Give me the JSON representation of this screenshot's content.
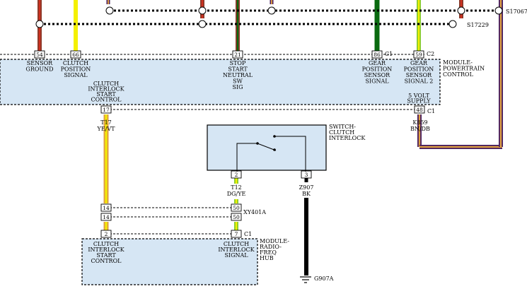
{
  "colors": {
    "module_fill": "#d6e6f4",
    "brown": "#8b3a2a",
    "red": "#d03020",
    "yellow": "#f4f000",
    "dark_green": "#0a6a10",
    "light_green": "#88cc30",
    "orange": "#e0a040",
    "violet": "#4a2060",
    "black": "#000000"
  },
  "splices": {
    "top": "S17067",
    "second": "S17229"
  },
  "pcm": {
    "title_lines": [
      "MODULE-",
      "POWERTRAIN",
      "CONTROL"
    ],
    "connector_c1": "C1",
    "connector_c2": "C2",
    "connector_c1_lower": "C1",
    "pins": {
      "p54": "54",
      "p66": "66",
      "p21": "21",
      "p86": "86",
      "p59": "59",
      "p17": "17",
      "p48": "48"
    },
    "top_labels": {
      "p54": [
        "SENSOR",
        "GROUND"
      ],
      "p66": [
        "CLUTCH",
        "POSITION",
        "SIGNAL"
      ],
      "p21": [
        "STOP",
        "START",
        "NEUTRAL",
        "SW",
        "SIG"
      ],
      "p86": [
        "GEAR",
        "POSITION",
        "SENSOR",
        "SIGNAL"
      ],
      "p59": [
        "GEAR",
        "POSITION",
        "SENSOR",
        "SIGNAL 2"
      ]
    },
    "bottom_labels": {
      "p17": [
        "CLUTCH",
        "INTERLOCK",
        "START",
        "CONTROL"
      ],
      "p48": [
        "5 VOLT",
        "SUPPLY"
      ]
    }
  },
  "wires": {
    "t17": {
      "code": "T17",
      "color": "YE/VT"
    },
    "k859": {
      "code": "K859",
      "color": "BN/DB"
    },
    "t12": {
      "code": "T12",
      "color": "DG/YE"
    },
    "z907": {
      "code": "Z907",
      "color": "BK"
    }
  },
  "switch": {
    "title_lines": [
      "SWITCH-",
      "CLUTCH",
      "INTERLOCK"
    ],
    "pins": {
      "p2": "2",
      "p3": "3"
    }
  },
  "inline_connector": {
    "name": "XY401A",
    "pins": {
      "left": "14",
      "right": "50"
    }
  },
  "rfh": {
    "title_lines": [
      "MODULE-",
      "RADIO-",
      "FREQ",
      "HUB"
    ],
    "connector": "C1",
    "pins": {
      "p2": "2",
      "p7": "7"
    },
    "labels": {
      "p2": [
        "CLUTCH",
        "INTERLOCK",
        "START",
        "CONTROL"
      ],
      "p7": [
        "CLUTCH",
        "INTERLOCK",
        "SIGNAL"
      ]
    }
  },
  "ground": {
    "name": "G907A"
  }
}
